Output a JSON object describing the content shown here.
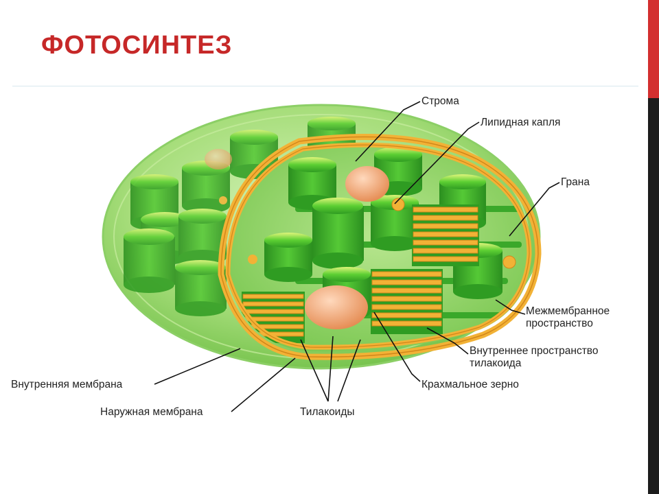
{
  "title": "ФОТОСИНТЕЗ",
  "colors": {
    "title": "#c62828",
    "accent_bar": "#d32f2f",
    "stroma": "#a6dd7a",
    "grana": "#3fbf2c",
    "membrane": "#f2b236",
    "starch": "#f0a273"
  },
  "labels": {
    "stroma": "Строма",
    "lipid_drop": "Липидная капля",
    "granum": "Грана",
    "intermembrane_1": "Межмембранное",
    "intermembrane_2": "пространство",
    "thylakoid_space_1": "Внутреннее пространство",
    "thylakoid_space_2": "тилакоида",
    "starch_grain": "Крахмальное зерно",
    "inner_membrane": "Внутренняя мембрана",
    "outer_membrane": "Наружная мембрана",
    "thylakoids": "Тилакоиды"
  }
}
